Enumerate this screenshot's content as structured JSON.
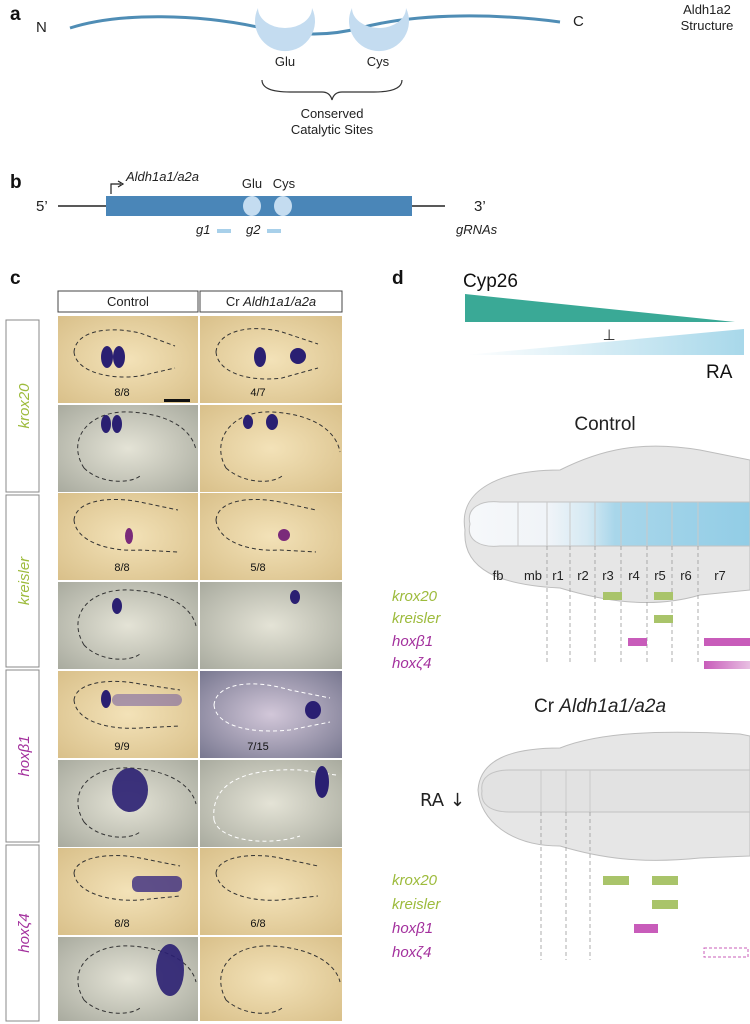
{
  "panels": {
    "a": {
      "letter": "a",
      "n_term": "N",
      "c_term": "C",
      "title_line1": "Aldh1a2",
      "title_line2": "Structure",
      "site1": "Glu",
      "site2": "Cys",
      "brace_line1": "Conserved",
      "brace_line2": "Catalytic Sites"
    },
    "b": {
      "letter": "b",
      "five_prime": "5’",
      "three_prime": "3’",
      "gene": "Aldh1a1/a2a",
      "site1": "Glu",
      "site2": "Cys",
      "g1": "g1",
      "g2": "g2",
      "grnas": "gRNAs"
    },
    "c": {
      "letter": "c",
      "col_control": "Control",
      "col_cr_prefix": "Cr ",
      "col_cr_gene": "Aldh1a1/a2a",
      "genes": [
        {
          "name": "krox20",
          "color": "#9dbb3c",
          "control_count": "8/8",
          "cr_count": "4/7"
        },
        {
          "name": "kreisler",
          "color": "#9dbb3c",
          "control_count": "8/8",
          "cr_count": "5/8"
        },
        {
          "name": "hoxβ1",
          "color": "#a3309d",
          "control_count": "9/9",
          "cr_count": "7/15"
        },
        {
          "name": "hoxζ4",
          "color": "#a3309d",
          "control_count": "8/8",
          "cr_count": "6/8"
        }
      ]
    },
    "d": {
      "letter": "d",
      "cyp26": "Cyp26",
      "ra": "RA",
      "inhibit_symbol": "⊥",
      "control_title": "Control",
      "cr_title_prefix": "Cr ",
      "cr_title_gene": "Aldh1a1/a2a",
      "ra_down": "RA ↓",
      "segments": [
        "fb",
        "mb",
        "r1",
        "r2",
        "r3",
        "r4",
        "r5",
        "r6",
        "r7"
      ],
      "control_genes": [
        "krox20",
        "kreisler",
        "hoxβ1",
        "hoxζ4"
      ],
      "cr_genes": [
        "krox20",
        "kreisler",
        "hoxβ1",
        "hoxζ4"
      ]
    }
  },
  "colors": {
    "protein_line": "#4f8db5",
    "catalytic_site": "#c4dcf0",
    "exon": "#4a86b8",
    "cyp26": "#3aa996",
    "ra": "#a8d8ea",
    "green_bar": "#a9c46a",
    "magenta_bar": "#c85cba",
    "brain": "#e6e6e6"
  }
}
